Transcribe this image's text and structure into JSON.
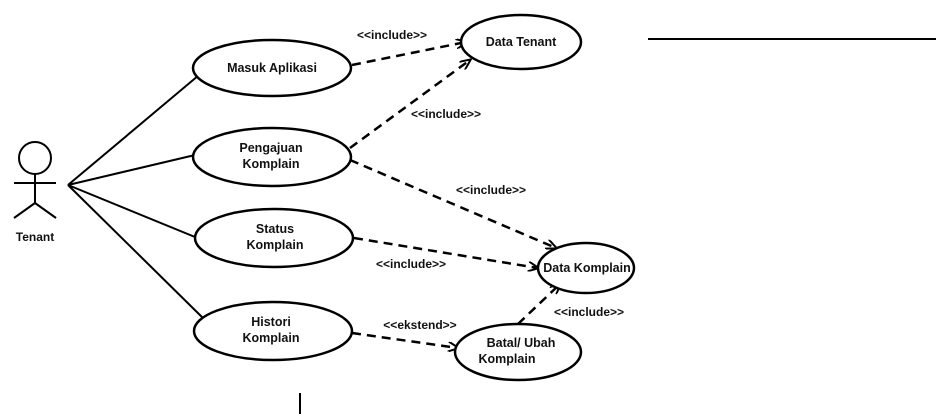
{
  "actor": {
    "name": "Tenant"
  },
  "use_cases": {
    "masuk_aplikasi": [
      "Masuk Aplikasi"
    ],
    "pengajuan_komplain": [
      "Pengajuan",
      "Komplain"
    ],
    "status_komplain": [
      "Status",
      "Komplain"
    ],
    "histori_komplain": [
      "Histori",
      "Komplain"
    ],
    "data_tenant": [
      "Data Tenant"
    ],
    "data_komplain": [
      "Data Komplain"
    ],
    "batal_ubah_komplain": [
      "Batal/ Ubah",
      "Komplain"
    ]
  },
  "relations": {
    "masuk_to_data_tenant": "<<include>>",
    "pengajuan_to_data_tenant": "<<include>>",
    "pengajuan_to_data_komplain": "<<include>>",
    "status_to_data_komplain": "<<include>>",
    "histori_to_batal": "<<ekstend>>",
    "batal_to_data_komplain": "<<include>>"
  },
  "colors": {
    "stroke": "#000000",
    "text": "#111111",
    "background": "#ffffff"
  }
}
